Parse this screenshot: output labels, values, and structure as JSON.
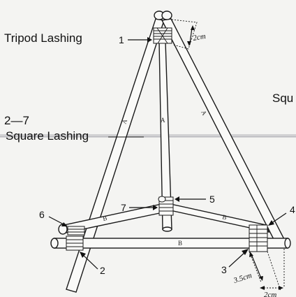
{
  "labels": {
    "tripod_lashing": "Tripod Lashing",
    "range": "2—7",
    "square_lashing": "Square Lashing",
    "squ_partial": "Squ"
  },
  "callouts": [
    "1",
    "2",
    "3",
    "4",
    "5",
    "6",
    "7"
  ],
  "pole_letters": {
    "a": "A",
    "b": "B"
  },
  "dimensions": {
    "top_gap": "2cm",
    "lash_span": "3.5cm",
    "end_gap": "2cm"
  },
  "colors": {
    "ink": "#1a1a1a",
    "paper": "#f4f4f2",
    "fold_line": "#b9b9bc"
  }
}
